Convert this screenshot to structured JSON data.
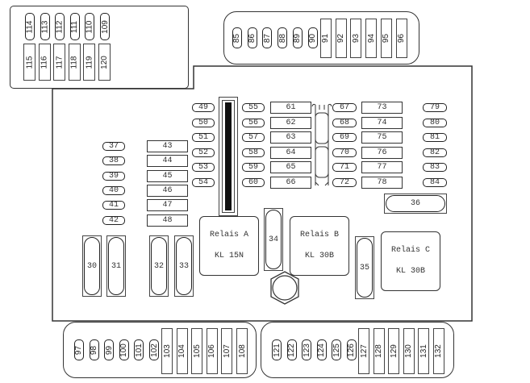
{
  "diagram": {
    "title": "Fuse box layout",
    "top_left_block": {
      "small_fuses": [
        "114",
        "113",
        "112",
        "111",
        "110",
        "109"
      ],
      "large_fuses": [
        "115",
        "116",
        "117",
        "118",
        "119",
        "120"
      ]
    },
    "top_right_block": {
      "small_fuses": [
        "85",
        "86",
        "87",
        "88",
        "89",
        "90"
      ],
      "large_fuses": [
        "91",
        "92",
        "93",
        "94",
        "95",
        "96"
      ]
    },
    "bottom_left_block": {
      "small_fuses": [
        "97",
        "98",
        "99",
        "100",
        "101",
        "102"
      ],
      "large_fuses": [
        "103",
        "104",
        "105",
        "106",
        "107",
        "108"
      ]
    },
    "bottom_right_block": {
      "small_fuses": [
        "121",
        "122",
        "123",
        "124",
        "125",
        "126"
      ],
      "large_fuses": [
        "127",
        "128",
        "129",
        "130",
        "131",
        "132"
      ]
    },
    "main_panel": {
      "col_37_42": [
        "37",
        "38",
        "39",
        "40",
        "41",
        "42"
      ],
      "col_43_48": [
        "43",
        "44",
        "45",
        "46",
        "47",
        "48"
      ],
      "col_49_54": [
        "49",
        "50",
        "51",
        "52",
        "53",
        "54"
      ],
      "col_55_60": [
        "55",
        "56",
        "57",
        "58",
        "59",
        "60"
      ],
      "col_61_66": [
        "61",
        "62",
        "63",
        "64",
        "65",
        "66"
      ],
      "col_67_72": [
        "67",
        "68",
        "69",
        "70",
        "71",
        "72"
      ],
      "col_73_78": [
        "73",
        "74",
        "75",
        "76",
        "77",
        "78"
      ],
      "col_79_84": [
        "79",
        "80",
        "81",
        "82",
        "83",
        "84"
      ],
      "maxi_fuses": [
        "30",
        "31",
        "32",
        "33",
        "34",
        "35"
      ],
      "fuse_36": "36",
      "relays": [
        {
          "name": "Relais A",
          "terminal": "KL 15N"
        },
        {
          "name": "Relais B",
          "terminal": "KL 30B"
        },
        {
          "name": "Relais C",
          "terminal": "KL 30B"
        }
      ]
    }
  }
}
